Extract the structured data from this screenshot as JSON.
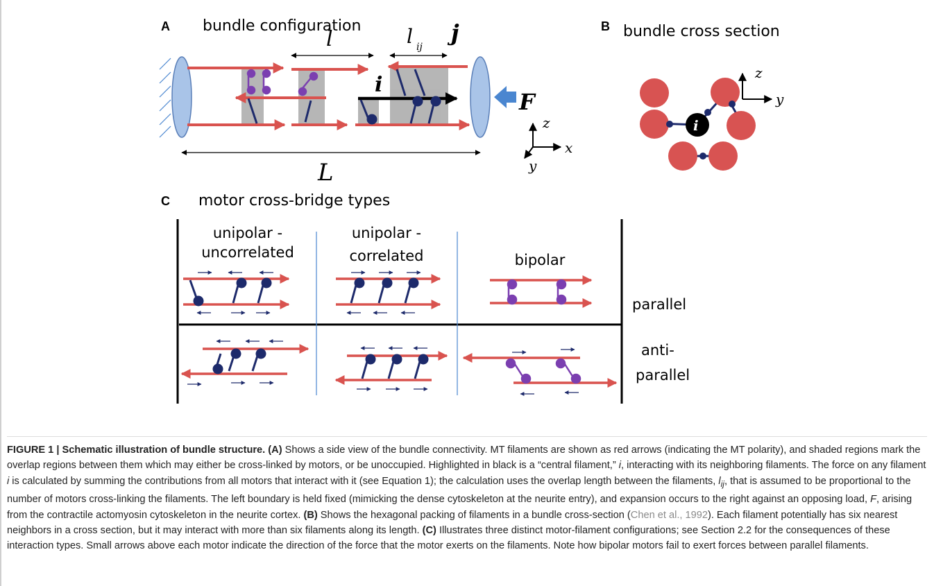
{
  "panels": {
    "a": {
      "letter": "A",
      "title": "bundle configuration",
      "label_l": "l",
      "label_lij_main": "l",
      "label_lij_sub": "ij",
      "label_j": "j",
      "label_i": "i",
      "label_F": "F",
      "label_L": "L",
      "axis_z": "z",
      "axis_x": "x",
      "axis_y": "y"
    },
    "b": {
      "letter": "B",
      "title": "bundle cross section",
      "center_label": "i",
      "axis_z": "z",
      "axis_y": "y"
    },
    "c": {
      "letter": "C",
      "title": "motor cross-bridge types",
      "col1_line1": "unipolar -",
      "col1_line2": "uncorrelated",
      "col2_line1": "unipolar -",
      "col2_line2": "correlated",
      "col3": "bipolar",
      "row1": "parallel",
      "row2_line1": "anti-",
      "row2_line2": "parallel"
    }
  },
  "caption": {
    "label": "FIGURE 1 | Schematic illustration of bundle structure.",
    "a_tag": "(A)",
    "a_text": " Shows a side view of the bundle connectivity. MT filaments are shown as red arrows (indicating the MT polarity), and shaded regions mark the overlap regions between them which may either be cross-linked by motors, or be unoccupied. Highlighted in black is a “central filament,” ",
    "a_i": "i",
    "a_text2": ", interacting with its neighboring filaments. The force on any filament ",
    "a_i2": "i",
    "a_text3": " is calculated by summing the contributions from all motors that interact with it (see Equation 1); the calculation uses the overlap length between the filaments, ",
    "a_lij": "l",
    "a_lij_sub": "ij",
    "a_text4": ", that is assumed to be proportional to the number of motors cross-linking the filaments. The left boundary is held fixed (mimicking the dense cytoskeleton at the neurite entry), and expansion occurs to the right against an opposing load, ",
    "a_F": "F",
    "a_text5": ", arising from the contractile actomyosin cytoskeleton in the neurite cortex. ",
    "b_tag": "(B)",
    "b_text": " Shows the hexagonal packing of filaments in a bundle cross-section (",
    "b_cite": "Chen et al., 1992",
    "b_text2": "). Each filament potentially has six nearest neighbors in a cross section, but it may interact with more than six filaments along its length. ",
    "c_tag": "(C)",
    "c_text": " Illustrates three distinct motor-filament configurations; see Section 2.2 for the consequences of these interaction types. Small arrows above each motor indicate the direction of the force that the motor exerts on the filaments. Note how bipolar motors fail to exert forces between parallel filaments."
  },
  "colors": {
    "filament": "#d9534f",
    "motor": "#1d2a6b",
    "bipolar_motor": "#7b3fb0",
    "overlap": "#a9a9a9",
    "boundary": "#a9c4e8",
    "force": "#4a86d0"
  }
}
